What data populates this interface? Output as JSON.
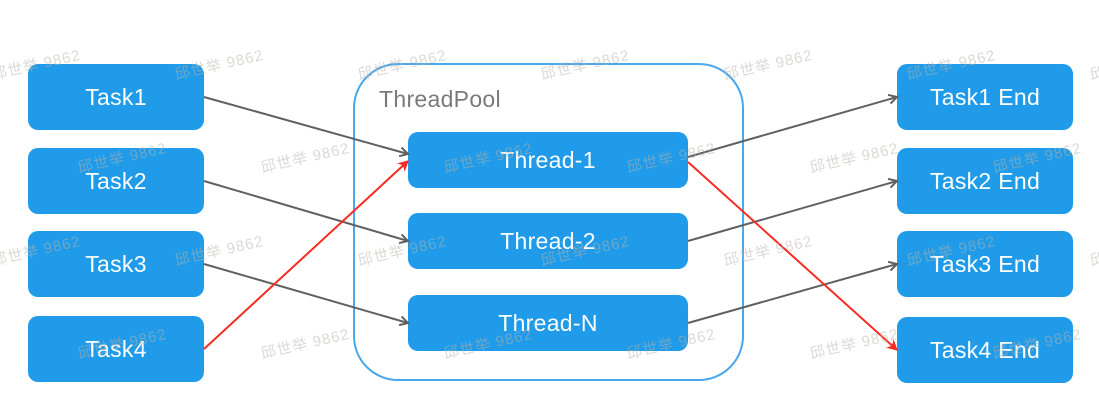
{
  "diagram": {
    "watermark": {
      "text": "邱世举 9862",
      "color": "rgba(186,180,170,0.5)"
    },
    "pool": {
      "label": "ThreadPool"
    },
    "nodes": {
      "tasks": [
        {
          "id": "task1",
          "label": "Task1"
        },
        {
          "id": "task2",
          "label": "Task2"
        },
        {
          "id": "task3",
          "label": "Task3"
        },
        {
          "id": "task4",
          "label": "Task4"
        }
      ],
      "threads": [
        {
          "id": "thread1",
          "label": "Thread-1"
        },
        {
          "id": "thread2",
          "label": "Thread-2"
        },
        {
          "id": "threadN",
          "label": "Thread-N"
        }
      ],
      "ends": [
        {
          "id": "task1end",
          "label": "Task1 End"
        },
        {
          "id": "task2end",
          "label": "Task2 End"
        },
        {
          "id": "task3end",
          "label": "Task3 End"
        },
        {
          "id": "task4end",
          "label": "Task4 End"
        }
      ]
    },
    "edges": [
      {
        "from": "task1",
        "to": "thread1",
        "color": "gray"
      },
      {
        "from": "task2",
        "to": "thread2",
        "color": "gray"
      },
      {
        "from": "task3",
        "to": "threadN",
        "color": "gray"
      },
      {
        "from": "task4",
        "to": "thread1",
        "color": "red"
      },
      {
        "from": "thread1",
        "to": "task1end",
        "color": "gray"
      },
      {
        "from": "thread2",
        "to": "task2end",
        "color": "gray"
      },
      {
        "from": "threadN",
        "to": "task3end",
        "color": "gray"
      },
      {
        "from": "thread1",
        "to": "task4end",
        "color": "red"
      }
    ],
    "colors": {
      "node_fill": "#1F9BE9",
      "node_text": "#FFFFFF",
      "pool_border": "#49A7EE",
      "pool_label": "#7A7A7A",
      "arrow_gray": "#606060",
      "arrow_red": "#F92B20",
      "background": "#FFFFFF"
    }
  }
}
